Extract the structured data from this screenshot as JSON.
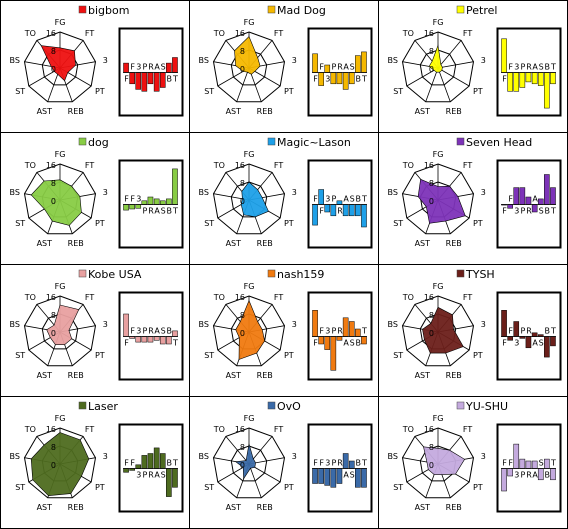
{
  "stats": [
    "FG",
    "FT",
    "3",
    "PT",
    "REB",
    "AST",
    "ST",
    "BS",
    "TO"
  ],
  "bar_letters": [
    "F",
    "F",
    "3",
    "P",
    "R",
    "A",
    "S",
    "B",
    "T"
  ],
  "tick_labels": [
    "16",
    "8",
    "0"
  ],
  "players": [
    {
      "name": "bigbom",
      "color": "#ee1111",
      "radar": [
        9,
        10,
        7,
        4,
        6,
        3,
        3,
        4,
        13
      ],
      "bars": [
        0.25,
        -0.3,
        -0.45,
        -0.5,
        -0.3,
        -0.5,
        -0.4,
        0.25,
        0.4
      ]
    },
    {
      "name": "Mad Dog",
      "color": "#f5b800",
      "radar": [
        14,
        6,
        5,
        3,
        3,
        2,
        3,
        6,
        10
      ],
      "bars": [
        0.5,
        -0.35,
        0.2,
        -0.3,
        -0.3,
        -0.45,
        -0.3,
        0.45,
        0.55
      ]
    },
    {
      "name": "Petrel",
      "color": "#ffff00",
      "radar": [
        10,
        2,
        2,
        2,
        2,
        2,
        2,
        4,
        4
      ],
      "bars": [
        0.9,
        -0.5,
        -0.5,
        -0.4,
        -0.25,
        -0.3,
        -0.35,
        -0.95,
        -0.3
      ]
    },
    {
      "name": "dog",
      "color": "#88cc44",
      "radar": [
        9,
        8,
        9,
        11,
        12,
        10,
        8,
        13,
        11
      ],
      "bars": [
        -0.15,
        -0.12,
        -0.1,
        0.1,
        0.2,
        0.15,
        0.1,
        0.15,
        0.95
      ]
    },
    {
      "name": "Magic~Lason",
      "color": "#1ea0e8",
      "radar": [
        8,
        6,
        6,
        10,
        8,
        7,
        4,
        3,
        5
      ],
      "bars": [
        -0.55,
        0.4,
        -0.2,
        -0.3,
        0.1,
        -0.3,
        -0.3,
        -0.3,
        -0.6
      ]
    },
    {
      "name": "Seven Head",
      "color": "#7d33b8",
      "radar": [
        6,
        8,
        9,
        14,
        10,
        11,
        6,
        9,
        12
      ],
      "bars": [
        0.0,
        -0.1,
        0.45,
        0.45,
        0.2,
        -0.2,
        0.15,
        0.8,
        0.45
      ]
    },
    {
      "name": "Kobe USA",
      "color": "#e8a0a0",
      "radar": [
        12,
        13,
        4,
        6,
        6,
        6,
        5,
        6,
        4
      ],
      "bars": [
        0.6,
        -0.05,
        -0.15,
        -0.15,
        -0.15,
        -0.1,
        -0.2,
        -0.2,
        0.15
      ]
    },
    {
      "name": "nash159",
      "color": "#f07a10",
      "radar": [
        14,
        6,
        6,
        8,
        10,
        13,
        5,
        6,
        6
      ],
      "bars": [
        0.7,
        -0.2,
        -0.35,
        -0.9,
        -0.1,
        0.5,
        0.4,
        0.2,
        -0.2
      ]
    },
    {
      "name": "TYSH",
      "color": "#6b1f1a",
      "radar": [
        11,
        10,
        7,
        13,
        10,
        10,
        7,
        7,
        5
      ],
      "bars": [
        0.7,
        -0.1,
        0.4,
        -0.05,
        -0.3,
        0.1,
        0.05,
        -0.55,
        -0.25
      ]
    },
    {
      "name": "Laser",
      "color": "#4e6b1f",
      "radar": [
        14,
        14,
        13,
        11,
        14,
        15,
        14,
        13,
        11
      ],
      "bars": [
        -0.1,
        -0.05,
        0.1,
        0.35,
        0.4,
        0.55,
        0.4,
        -0.75,
        -0.5
      ]
    },
    {
      "name": "OvO",
      "color": "#3a6aa8",
      "radar": [
        9,
        3,
        3,
        3,
        2,
        7,
        3,
        6,
        2
      ],
      "bars": [
        -0.4,
        -0.4,
        -0.45,
        -0.5,
        -0.4,
        0.4,
        0.2,
        -0.5,
        -0.5
      ]
    },
    {
      "name": "YU-SHU",
      "color": "#c4aade",
      "radar": [
        7,
        8,
        12,
        9,
        5,
        5,
        5,
        5,
        10
      ],
      "bars": [
        -0.6,
        -0.2,
        0.65,
        0.25,
        0.2,
        0.2,
        -0.3,
        0.25,
        -0.3
      ]
    }
  ],
  "chart_data": {
    "type": "radar",
    "axes": [
      "FG",
      "FT",
      "3",
      "PT",
      "REB",
      "AST",
      "ST",
      "BS",
      "TO"
    ],
    "rlim": [
      0,
      16
    ],
    "series": [
      {
        "name": "bigbom",
        "values": [
          9,
          10,
          7,
          4,
          6,
          3,
          3,
          4,
          13
        ]
      },
      {
        "name": "Mad Dog",
        "values": [
          14,
          6,
          5,
          3,
          3,
          2,
          3,
          6,
          10
        ]
      },
      {
        "name": "Petrel",
        "values": [
          10,
          2,
          2,
          2,
          2,
          2,
          2,
          4,
          4
        ]
      },
      {
        "name": "dog",
        "values": [
          9,
          8,
          9,
          11,
          12,
          10,
          8,
          13,
          11
        ]
      },
      {
        "name": "Magic~Lason",
        "values": [
          8,
          6,
          6,
          10,
          8,
          7,
          4,
          3,
          5
        ]
      },
      {
        "name": "Seven Head",
        "values": [
          6,
          8,
          9,
          14,
          10,
          11,
          6,
          9,
          12
        ]
      },
      {
        "name": "Kobe USA",
        "values": [
          12,
          13,
          4,
          6,
          6,
          6,
          5,
          6,
          4
        ]
      },
      {
        "name": "nash159",
        "values": [
          14,
          6,
          6,
          8,
          10,
          13,
          5,
          6,
          6
        ]
      },
      {
        "name": "TYSH",
        "values": [
          11,
          10,
          7,
          13,
          10,
          10,
          7,
          7,
          5
        ]
      },
      {
        "name": "Laser",
        "values": [
          14,
          14,
          13,
          11,
          14,
          15,
          14,
          13,
          11
        ]
      },
      {
        "name": "OvO",
        "values": [
          9,
          3,
          3,
          3,
          2,
          7,
          3,
          6,
          2
        ]
      },
      {
        "name": "YU-SHU",
        "values": [
          7,
          8,
          12,
          9,
          5,
          5,
          5,
          5,
          10
        ]
      }
    ]
  }
}
